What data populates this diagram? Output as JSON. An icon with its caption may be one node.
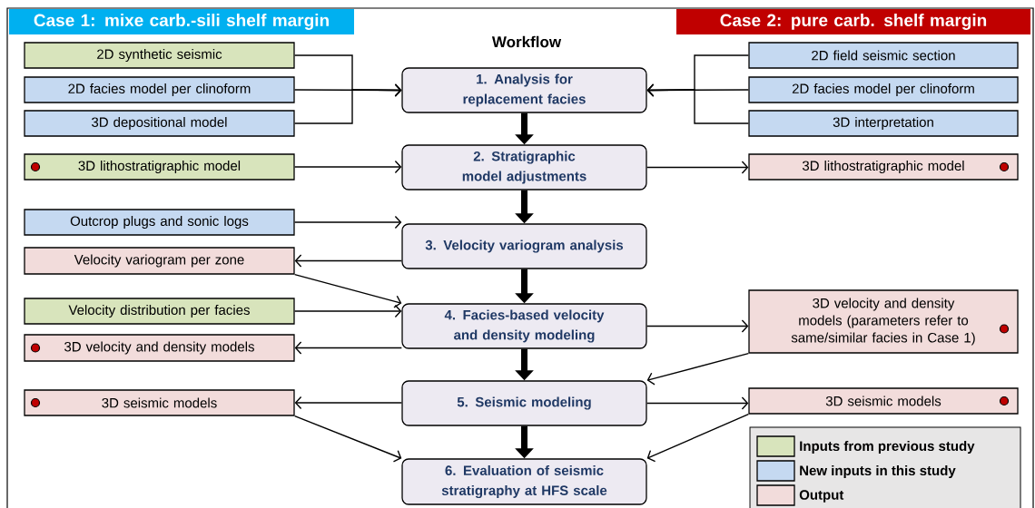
{
  "diagram": {
    "title": "Workflow",
    "nodes": [
      {
        "text": [
          "Case 1: mixe carb.-sili shelf margin"
        ]
      },
      {
        "text": [
          "Case 2: pure carb. shelf margin"
        ]
      },
      {
        "text": [
          "1. Analysis for replacement facies"
        ]
      },
      {
        "text": [
          "2. Stratigraphic model adjustments"
        ]
      },
      {
        "text": [
          "3. Velocity variogram analysis"
        ]
      },
      {
        "text": [
          "4. Facies-based velocity and density modeling"
        ]
      },
      {
        "text": [
          "5. Seismic modeling"
        ]
      },
      {
        "text": [
          "6. Evaluation of seismic stratigraphy at HFS scale"
        ]
      },
      {
        "text": [
          "2D synthetic seismic"
        ]
      },
      {
        "text": [
          "2D facies model per clinoform"
        ]
      },
      {
        "text": [
          "3D depositional model"
        ]
      },
      {
        "text": [
          "3D lithostratigraphic model"
        ]
      },
      {
        "text": [
          "Outcrop plugs and sonic logs"
        ]
      },
      {
        "text": [
          "Velocity variogram per zone"
        ]
      },
      {
        "text": [
          "Velocity distribution per facies"
        ]
      },
      {
        "text": [
          "3D velocity and density models"
        ]
      },
      {
        "text": [
          "3D seismic models"
        ]
      },
      {
        "text": [
          "2D field seismic section"
        ]
      },
      {
        "text": [
          "2D facies model per clinoform"
        ]
      },
      {
        "text": [
          "3D interpretation"
        ]
      },
      {
        "text": [
          "3D lithostratigraphic model"
        ]
      },
      {
        "text": [
          "3D velocity and density models (parameters refer to same/similar facies in Case 1)"
        ]
      },
      {
        "text": [
          "3D seismic models"
        ]
      }
    ],
    "edges": [
      {
        "from": 8,
        "to": 2,
        "arrow": "to"
      },
      {
        "from": 9,
        "to": 2,
        "arrow": "to"
      },
      {
        "from": 10,
        "to": 2,
        "arrow": "to"
      },
      {
        "from": 17,
        "to": 2,
        "arrow": "to"
      },
      {
        "from": 18,
        "to": 2,
        "arrow": "to"
      },
      {
        "from": 19,
        "to": 2,
        "arrow": "to"
      },
      {
        "from": 2,
        "to": 3,
        "arrow": "to",
        "style": "thick"
      },
      {
        "from": 3,
        "to": 4,
        "arrow": "to",
        "style": "thick"
      },
      {
        "from": 4,
        "to": 5,
        "arrow": "to",
        "style": "thick"
      },
      {
        "from": 5,
        "to": 6,
        "arrow": "to",
        "style": "thick"
      },
      {
        "from": 6,
        "to": 7,
        "arrow": "to",
        "style": "thick"
      },
      {
        "from": 11,
        "to": 3,
        "arrow": "to"
      },
      {
        "from": 3,
        "to": 20,
        "arrow": "to"
      },
      {
        "from": 12,
        "to": 4,
        "arrow": "to"
      },
      {
        "from": 4,
        "to": 13,
        "arrow": "to"
      },
      {
        "from": 13,
        "to": 5,
        "arrow": "to"
      },
      {
        "from": 14,
        "to": 5,
        "arrow": "to"
      },
      {
        "from": 5,
        "to": 15,
        "arrow": "to"
      },
      {
        "from": 5,
        "to": 21,
        "arrow": "to"
      },
      {
        "from": 21,
        "to": 6,
        "arrow": "to"
      },
      {
        "from": 6,
        "to": 16,
        "arrow": "to"
      },
      {
        "from": 6,
        "to": 22,
        "arrow": "to"
      },
      {
        "from": 16,
        "to": 7,
        "arrow": "to"
      },
      {
        "from": 22,
        "to": 7,
        "arrow": "to"
      }
    ],
    "legend": [
      {
        "text": "Inputs from previous study",
        "color": "#d8e4bc"
      },
      {
        "text": "New inputs in this study",
        "color": "#c5d9f1"
      },
      {
        "text": "Output",
        "color": "#f2dcdb"
      }
    ]
  }
}
